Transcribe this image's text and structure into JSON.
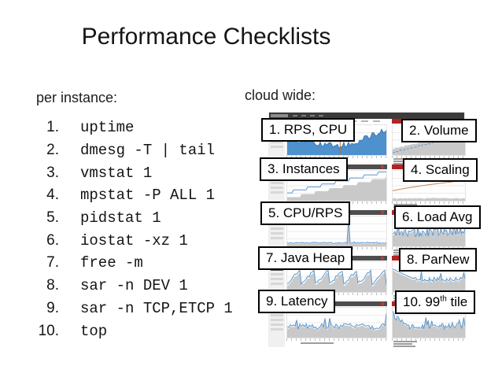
{
  "slide": {
    "title": "Performance Checklists"
  },
  "left": {
    "heading": "per instance:",
    "items": [
      {
        "num": "1.",
        "cmd": "uptime"
      },
      {
        "num": "2.",
        "cmd": "dmesg -T | tail"
      },
      {
        "num": "3.",
        "cmd": "vmstat 1"
      },
      {
        "num": "4.",
        "cmd": "mpstat -P ALL 1"
      },
      {
        "num": "5.",
        "cmd": "pidstat 1"
      },
      {
        "num": "6.",
        "cmd": "iostat -xz 1"
      },
      {
        "num": "7.",
        "cmd": "free -m"
      },
      {
        "num": "8.",
        "cmd": "sar -n DEV 1"
      },
      {
        "num": "9.",
        "cmd": "sar -n TCP,ETCP 1"
      },
      {
        "num": "10.",
        "cmd": "top"
      }
    ]
  },
  "right": {
    "heading": "cloud wide:",
    "labels": [
      {
        "pre": "1. RPS, CPU",
        "sup": "",
        "post": ""
      },
      {
        "pre": "2. Volume",
        "sup": "",
        "post": ""
      },
      {
        "pre": "3. Instances",
        "sup": "",
        "post": ""
      },
      {
        "pre": "4. Scaling",
        "sup": "",
        "post": ""
      },
      {
        "pre": "5. CPU/RPS",
        "sup": "",
        "post": ""
      },
      {
        "pre": "6. Load Avg",
        "sup": "",
        "post": ""
      },
      {
        "pre": "7. Java Heap",
        "sup": "",
        "post": ""
      },
      {
        "pre": "8. ParNew",
        "sup": "",
        "post": ""
      },
      {
        "pre": "9. Latency",
        "sup": "",
        "post": ""
      },
      {
        "pre": "10. 99",
        "sup": "th",
        "post": " tile"
      }
    ]
  },
  "dashboard": {
    "panels": [
      {
        "type": "blueArea"
      },
      {
        "type": "grayRise"
      },
      {
        "type": "steps"
      },
      {
        "type": "scalingLines"
      },
      {
        "type": "flatSpike"
      },
      {
        "type": "spikyGray"
      },
      {
        "type": "sawtooth"
      },
      {
        "type": "fallFlat"
      },
      {
        "type": "noisy"
      },
      {
        "type": "noisySpikes"
      }
    ],
    "colors": {
      "blueFill": "#4e91cc",
      "blueEdge": "#3c7cb8",
      "blueLine": "#5b97cf",
      "grayFill": "#c9c9c9",
      "tanLine": "#bf8757",
      "orangeMark": "#a9703f",
      "red": "#b52222",
      "topbar": "#3b3b3b",
      "grid": "#ececec"
    }
  }
}
